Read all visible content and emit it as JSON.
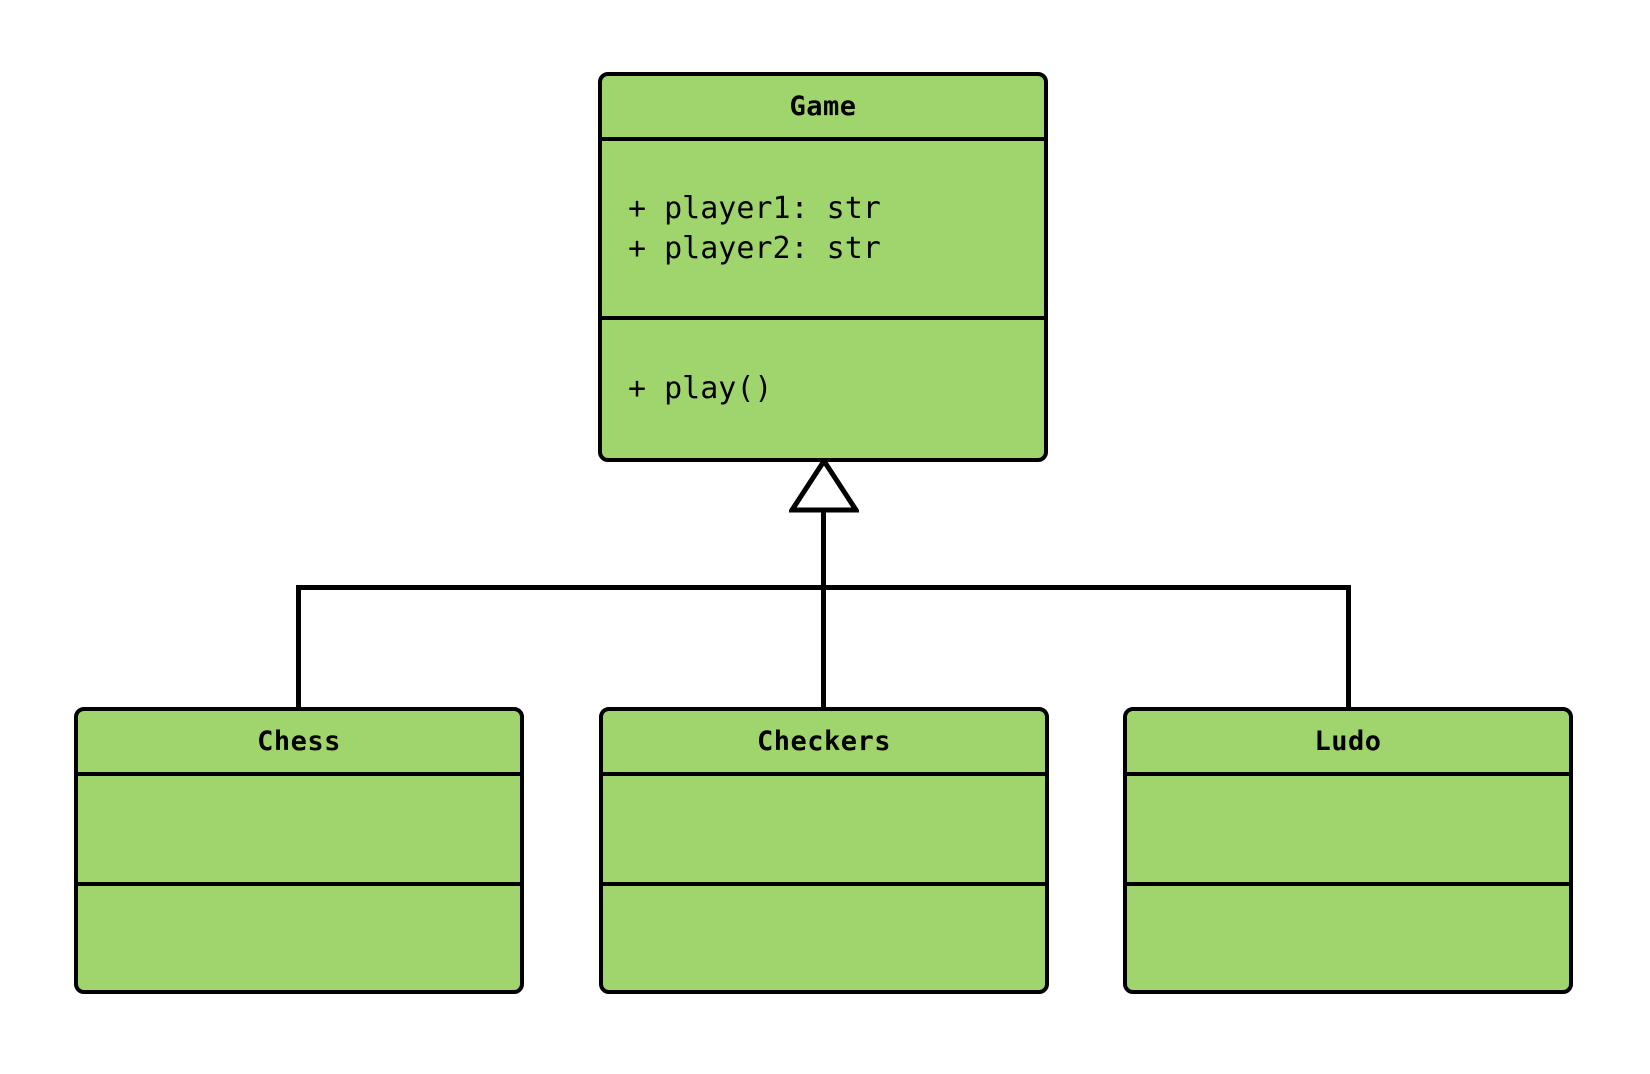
{
  "diagram": {
    "type": "uml-class-diagram",
    "background_color": "#ffffff",
    "class_fill_color": "#a0d56e",
    "border_color": "#000000",
    "relationship": "inheritance",
    "classes": [
      {
        "id": "game",
        "name": "Game",
        "role": "parent",
        "attributes": [
          "+ player1: str",
          "+ player2: str"
        ],
        "methods": [
          "+ play()"
        ]
      },
      {
        "id": "chess",
        "name": "Chess",
        "role": "child",
        "attributes": [],
        "methods": []
      },
      {
        "id": "checkers",
        "name": "Checkers",
        "role": "child",
        "attributes": [],
        "methods": []
      },
      {
        "id": "ludo",
        "name": "Ludo",
        "role": "child",
        "attributes": [],
        "methods": []
      }
    ]
  }
}
